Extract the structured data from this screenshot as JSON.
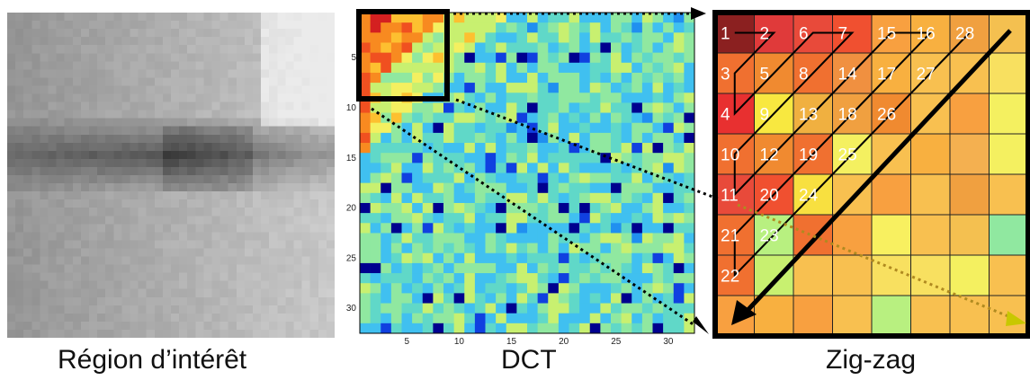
{
  "captions": {
    "roi": "Région d’intérêt",
    "dct": "DCT",
    "zigzag": "Zig-zag"
  },
  "dct_axes": {
    "x_ticks": [
      "5",
      "10",
      "15",
      "20",
      "25",
      "30"
    ],
    "y_ticks": [
      "5",
      "10",
      "15",
      "20",
      "25",
      "30"
    ]
  },
  "zigzag_numbers": [
    "1",
    "2",
    "3",
    "4",
    "5",
    "6",
    "7",
    "8",
    "9",
    "10",
    "11",
    "12",
    "13",
    "14",
    "15",
    "16",
    "17",
    "18",
    "19",
    "20",
    "21",
    "22",
    "23",
    "24",
    "25",
    "26",
    "27",
    "28"
  ],
  "colors": {
    "frame": "#000000",
    "heat_high": "#8b1a1a",
    "heat_low": "#00008f",
    "dotted_line": "#000000"
  }
}
